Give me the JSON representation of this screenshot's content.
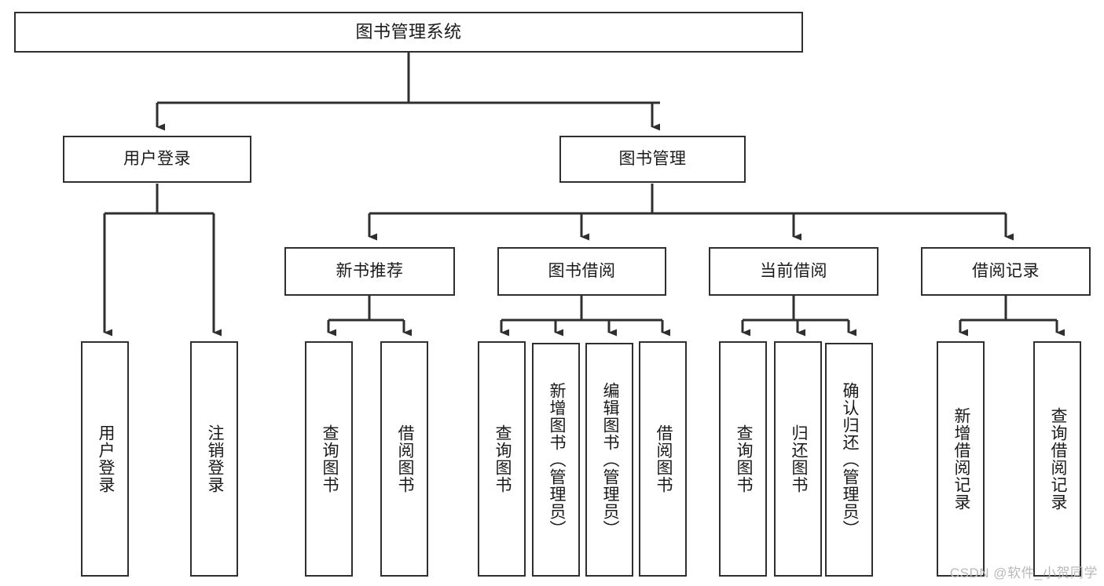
{
  "diagram": {
    "type": "tree",
    "title": "图书管理系统",
    "orientation": "top-down",
    "levels": 4,
    "nodes": {
      "root": {
        "label": "图书管理系统",
        "level": 1,
        "text_direction": "horizontal"
      },
      "l2_user": {
        "label": "用户登录",
        "level": 2,
        "text_direction": "horizontal"
      },
      "l2_book": {
        "label": "图书管理",
        "level": 2,
        "text_direction": "horizontal"
      },
      "l3_new": {
        "label": "新书推荐",
        "level": 3,
        "text_direction": "horizontal"
      },
      "l3_borrow": {
        "label": "图书借阅",
        "level": 3,
        "text_direction": "horizontal"
      },
      "l3_current": {
        "label": "当前借阅",
        "level": 3,
        "text_direction": "horizontal"
      },
      "l3_record": {
        "label": "借阅记录",
        "level": 3,
        "text_direction": "horizontal"
      },
      "l4_user_login": {
        "label": "用户登录",
        "level": 4,
        "text_direction": "vertical"
      },
      "l4_user_logout": {
        "label": "注销登录",
        "level": 4,
        "text_direction": "vertical"
      },
      "l4_new_query": {
        "label": "查询图书",
        "level": 4,
        "text_direction": "vertical"
      },
      "l4_new_borrow": {
        "label": "借阅图书",
        "level": 4,
        "text_direction": "vertical"
      },
      "l4_borrow_query": {
        "label": "查询图书",
        "level": 4,
        "text_direction": "vertical"
      },
      "l4_borrow_add": {
        "label": "新增图书（管理员）",
        "level": 4,
        "text_direction": "vertical"
      },
      "l4_borrow_edit": {
        "label": "编辑图书（管理员）",
        "level": 4,
        "text_direction": "vertical"
      },
      "l4_borrow_lend": {
        "label": "借阅图书",
        "level": 4,
        "text_direction": "vertical"
      },
      "l4_cur_query": {
        "label": "查询图书",
        "level": 4,
        "text_direction": "vertical"
      },
      "l4_cur_return": {
        "label": "归还图书",
        "level": 4,
        "text_direction": "vertical"
      },
      "l4_cur_confirm": {
        "label": "确认归还（管理员）",
        "level": 4,
        "text_direction": "vertical"
      },
      "l4_rec_add": {
        "label": "新增借阅记录",
        "level": 4,
        "text_direction": "vertical"
      },
      "l4_rec_query": {
        "label": "查询借阅记录",
        "level": 4,
        "text_direction": "vertical"
      }
    },
    "edges": [
      {
        "from": "root",
        "to": "l2_user"
      },
      {
        "from": "root",
        "to": "l2_book"
      },
      {
        "from": "l2_book",
        "to": "l3_new"
      },
      {
        "from": "l2_book",
        "to": "l3_borrow"
      },
      {
        "from": "l2_book",
        "to": "l3_current"
      },
      {
        "from": "l2_book",
        "to": "l3_record"
      },
      {
        "from": "l2_user",
        "to": "l4_user_login"
      },
      {
        "from": "l2_user",
        "to": "l4_user_logout"
      },
      {
        "from": "l3_new",
        "to": "l4_new_query"
      },
      {
        "from": "l3_new",
        "to": "l4_new_borrow"
      },
      {
        "from": "l3_borrow",
        "to": "l4_borrow_query"
      },
      {
        "from": "l3_borrow",
        "to": "l4_borrow_add"
      },
      {
        "from": "l3_borrow",
        "to": "l4_borrow_edit"
      },
      {
        "from": "l3_borrow",
        "to": "l4_borrow_lend"
      },
      {
        "from": "l3_current",
        "to": "l4_cur_query"
      },
      {
        "from": "l3_current",
        "to": "l4_cur_return"
      },
      {
        "from": "l3_current",
        "to": "l4_cur_confirm"
      },
      {
        "from": "l3_record",
        "to": "l4_rec_add"
      },
      {
        "from": "l3_record",
        "to": "l4_rec_query"
      }
    ],
    "colors": {
      "box_border": "#2f2f2f",
      "box_fill": "#ffffff",
      "connector": "#2f2f2f",
      "text": "#1a1a1a",
      "watermark": "#b9b9b9",
      "background": "#ffffff"
    }
  },
  "watermark": {
    "text": "CSDN @软件_小贺同学"
  }
}
